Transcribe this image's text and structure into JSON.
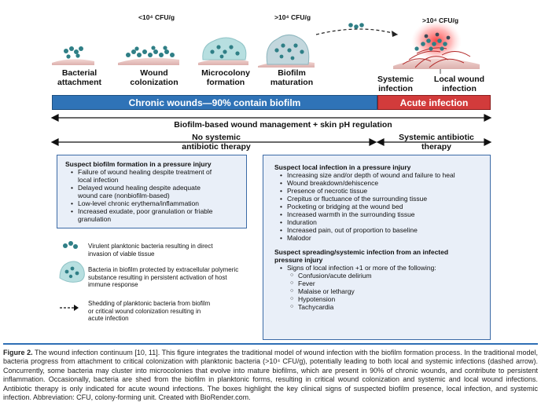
{
  "top": {
    "cfu_low": "<10⁴ CFU/g",
    "cfu_high_left": ">10⁴ CFU/g",
    "cfu_high_right": ">10⁴ CFU/g",
    "stages": [
      {
        "line1": "Bacterial",
        "line2": "attachment"
      },
      {
        "line1": "Wound",
        "line2": "colonization"
      },
      {
        "line1": "Microcolony",
        "line2": "formation"
      },
      {
        "line1": "Biofilm",
        "line2": "maturation"
      },
      {
        "line1": "Systemic",
        "line2": "infection"
      },
      {
        "line1": "Local wound",
        "line2": "infection"
      }
    ]
  },
  "bars": {
    "chronic": "Chronic wounds—90% contain biofilm",
    "acute": "Acute infection"
  },
  "arrows": {
    "management": "Biofilm-based wound management + skin pH regulation",
    "no_systemic_1": "No systemic",
    "no_systemic_2": "antibiotic therapy",
    "systemic_1": "Systemic antibiotic",
    "systemic_2": "therapy"
  },
  "panel_left": {
    "title": "Suspect biofilm formation in a pressure injury",
    "items": [
      "Failure of wound healing despite treatment of",
      "local infection",
      "Delayed wound healing despite adequate",
      "wound care (nonbiofilm-based)",
      "Low-level chronic erythema/inflammation",
      "Increased exudate, poor granulation or friable",
      "granulation"
    ]
  },
  "legend": [
    {
      "line1": "Virulent planktonic bacteria resulting in direct",
      "line2": "invasion of viable tissue"
    },
    {
      "line1": "Bacteria in biofilm protected by extracellular polymeric",
      "line2": "substance resulting in persistent activation of host",
      "line3": "immune response"
    },
    {
      "line1": "Shedding of planktonic bacteria from biofilm",
      "line2": "or critical wound colonization resulting in",
      "line3": "acute infection"
    }
  ],
  "panel_right": {
    "title1": "Suspect local infection in a pressure injury",
    "local_items": [
      "Increasing size and/or depth of wound and failure to heal",
      "Wound breakdown/dehiscence",
      "Presence of necrotic tissue",
      "Crepitus or fluctuance of the surrounding tissue",
      "Pocketing or bridging at the wound bed",
      "Increased warmth in the surrounding tissue",
      "Induration",
      "Increased pain, out of proportion to baseline",
      "Malodor"
    ],
    "title2a": "Suspect spreading/systemic infection from an infected",
    "title2b": "pressure injury",
    "systemic_lead": "Signs of local infection +1 or more of the following:",
    "systemic_items": [
      "Confusion/acute delirium",
      "Fever",
      "Malaise or lethargy",
      "Hypotension",
      "Tachycardia"
    ]
  },
  "caption": {
    "label": "Figure 2.",
    "lines": [
      "The wound infection continuum [10, 11]. This figure integrates the traditional model of wound infection with the biofilm formation process. In the traditional",
      "model, bacteria progress from attachment to critical colonization with planktonic bacteria (>10⁴ CFU/g), potentially leading to both local and systemic infections (dashed",
      "arrow). Concurrently, some bacteria may cluster into microcolonies that evolve into mature biofilms, which are present in 90% of chronic wounds, and contribute to persistent",
      "inflammation. Occasionally, bacteria are shed from the biofilm in planktonic forms, resulting in critical wound colonization and systemic and local wound infections. Antibiotic",
      "therapy is only indicated for acute wound infections. The boxes highlight the key clinical signs of suspected biofilm presence, local infection, and systemic infection.",
      "Abbreviation: CFU, colony-forming unit. Created with BioRender.com."
    ]
  },
  "colors": {
    "chronic_bar": "#2f73b7",
    "acute_bar": "#d23b3b",
    "bacteria": "#2f7f86",
    "skin": "#e8c9c7",
    "panel_bg": "#e9eff8",
    "panel_border": "#3b6aa6"
  }
}
